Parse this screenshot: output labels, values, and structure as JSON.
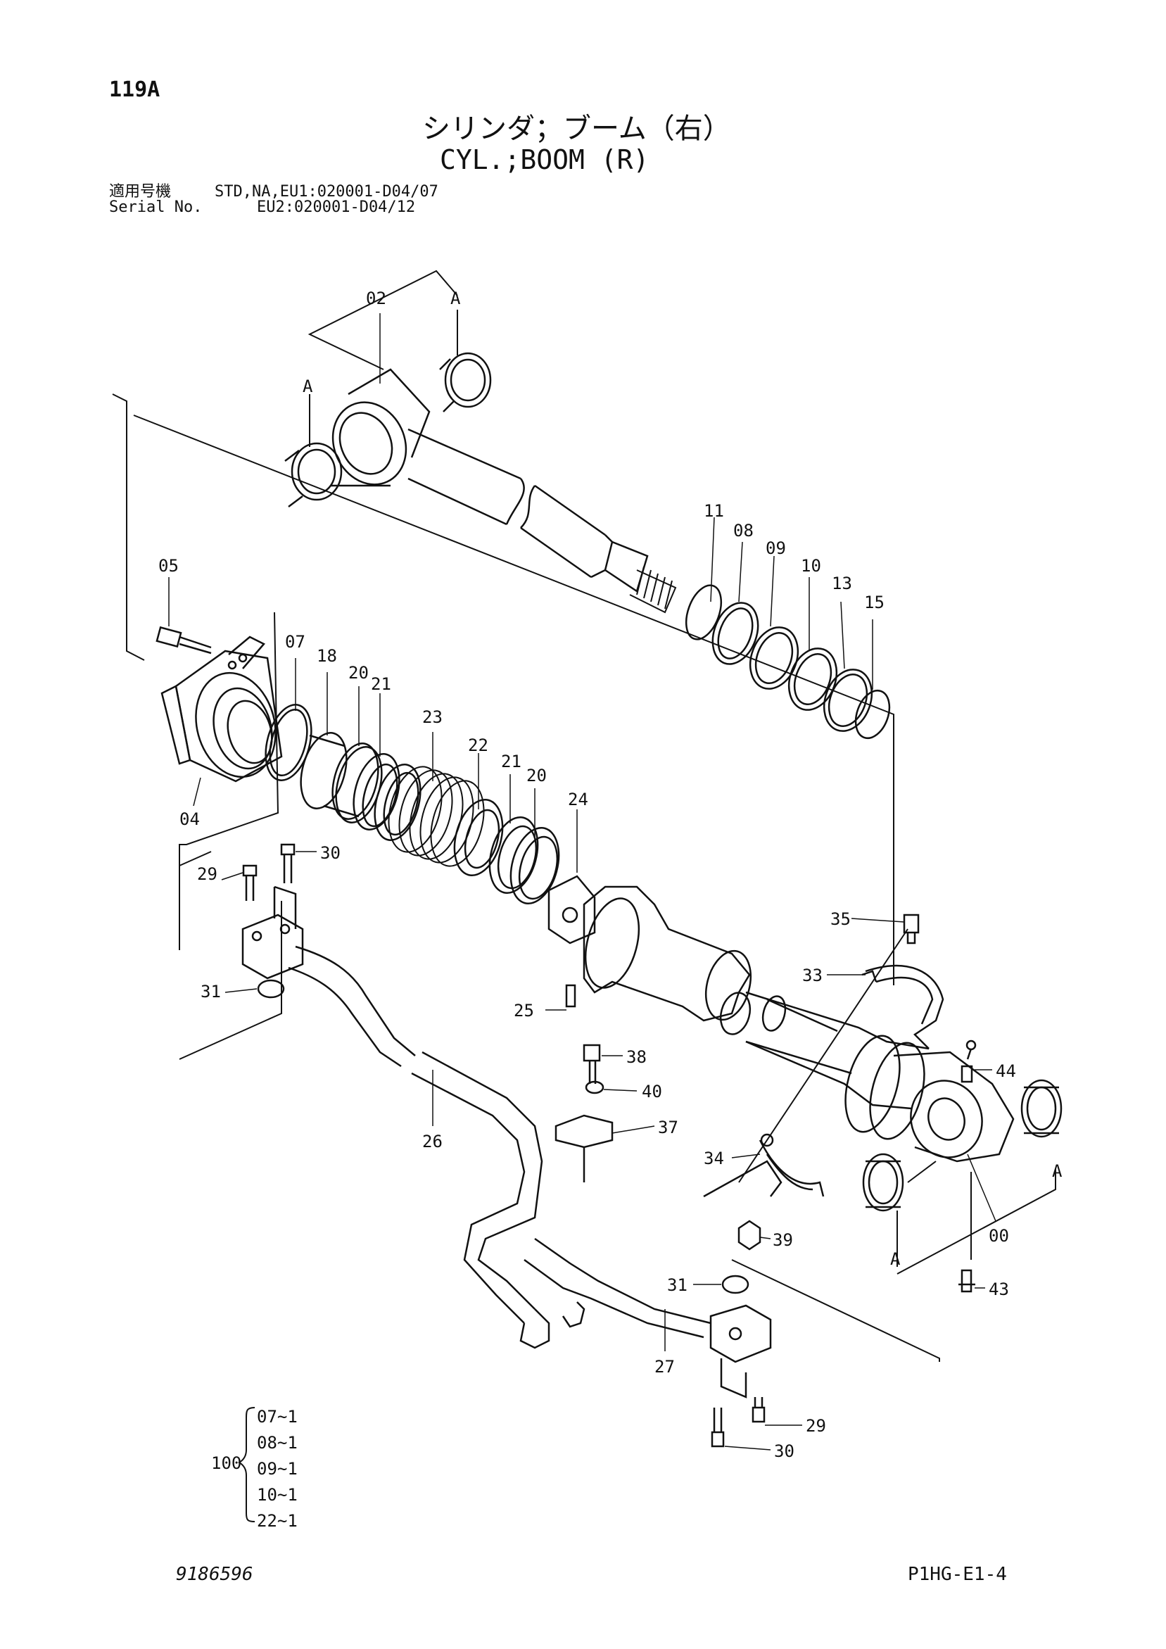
{
  "header": {
    "page_no": "119A",
    "title_jp": "シリンダ；ブーム（右）",
    "title_en": "CYL.;BOOM (R)"
  },
  "serial": {
    "label_jp": "適用号機",
    "label_en": "Serial No.",
    "line1": "STD,NA,EU1:020001-D04/07",
    "line2": "EU2:020001-D04/12"
  },
  "callouts": [
    "02",
    "A",
    "A",
    "05",
    "11",
    "08",
    "09",
    "10",
    "13",
    "15",
    "07",
    "18",
    "20",
    "21",
    "23",
    "22",
    "21",
    "20",
    "24",
    "04",
    "29",
    "30",
    "31",
    "25",
    "35",
    "33",
    "38",
    "40",
    "37",
    "26",
    "34",
    "44",
    "39",
    "00",
    "A",
    "31",
    "43",
    "27",
    "29",
    "30"
  ],
  "kit": {
    "label": "100",
    "items": [
      "07~1",
      "08~1",
      "09~1",
      "10~1",
      "22~1"
    ]
  },
  "footer": {
    "doc_no": "9186596",
    "fig_code": "P1HG-E1-4"
  }
}
